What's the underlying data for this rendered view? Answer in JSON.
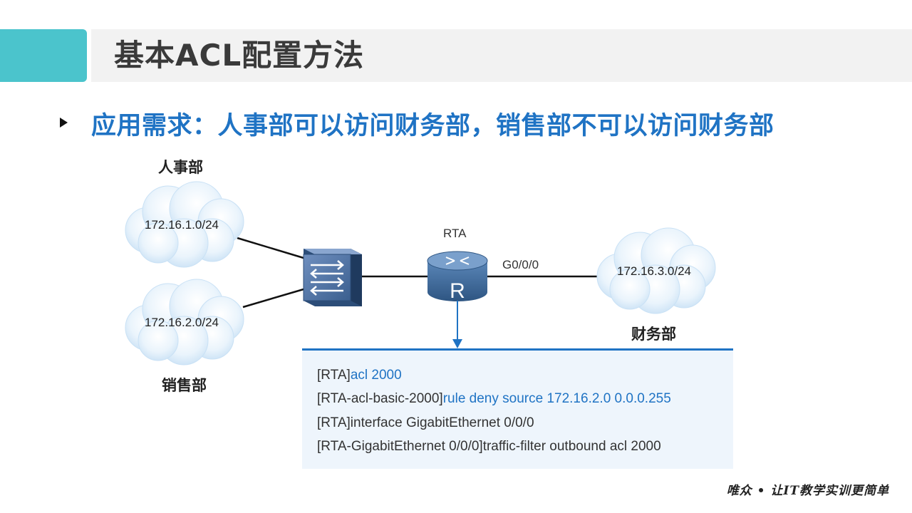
{
  "header": {
    "title": "基本ACL配置方法"
  },
  "requirement": "应用需求：人事部可以访问财务部，销售部不可以访问财务部",
  "departments": {
    "hr": "人事部",
    "sales": "销售部",
    "finance": "财务部"
  },
  "networks": {
    "hr": "172.16.1.0/24",
    "sales": "172.16.2.0/24",
    "finance": "172.16.3.0/24"
  },
  "router": {
    "name": "RTA",
    "interface": "G0/0/0"
  },
  "config": [
    {
      "prompt": "[RTA]",
      "command": "acl  2000"
    },
    {
      "prompt": "[RTA-acl-basic-2000]",
      "command": "rule  deny  source  172.16.2.0  0.0.0.255"
    },
    {
      "prompt": "[RTA]interface  GigabitEthernet  0/0/0",
      "command": ""
    },
    {
      "prompt": "[RTA-GigabitEthernet  0/0/0]traffic-filter  outbound  acl  2000",
      "command": ""
    }
  ],
  "footer": "唯众 • 让IT教学实训更简单",
  "colors": {
    "accent": "#4bc4cc",
    "brand_blue": "#1f73c4",
    "title_bar": "#f2f2f2",
    "config_bg": "#eef5fc"
  }
}
